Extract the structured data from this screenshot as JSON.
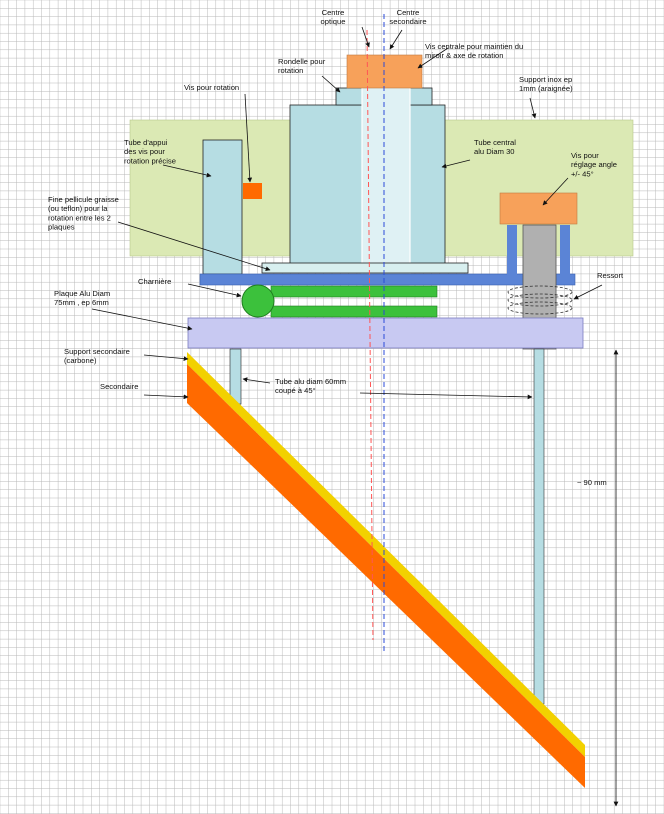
{
  "labels": {
    "optical_center": [
      "Centre",
      "optique"
    ],
    "secondary_center": [
      "Centre",
      "secondaire"
    ],
    "central_screw": [
      "Vis centrale pour maintien du",
      "miroir & axe de rotation"
    ],
    "washer": [
      "Rondelle pour",
      "rotation"
    ],
    "rotation_screw": [
      "Vis pour rotation"
    ],
    "spider": [
      "Support inox ep",
      "1mm (araignée)"
    ],
    "support_tube": [
      "Tube d'appui",
      "des vis pour",
      "rotation précise"
    ],
    "central_tube": [
      "Tube central",
      "alu Diam 30"
    ],
    "angle_screw": [
      "Vis pour",
      "réglage angle",
      "+/- 45°"
    ],
    "grease_film": [
      "Fine pellicule graisse",
      "(ou teflon) pour la",
      "rotation entre les 2",
      "plaques"
    ],
    "spring": [
      "Ressort"
    ],
    "hinge": [
      "Charnière"
    ],
    "plate": [
      "Plaque Alu Diam",
      "75mm , ep 6mm"
    ],
    "secondary_support": [
      "Support secondaire",
      "(carbone)"
    ],
    "secondary": [
      "Secondaire"
    ],
    "tube60": [
      "Tube alu diam 60mm",
      "coupé à 45°"
    ],
    "dimension": [
      "~ 90  mm"
    ]
  },
  "colors": {
    "grid_line": "#b9b9b9",
    "spider_plate": "#dbe9b4",
    "light_blue": "#b6dde3",
    "orange_block": "#f7a15a",
    "blue_plate": "#5b84d6",
    "green": "#3cc13c",
    "lavender_plate": "#c8c9f2",
    "gray": "#b0b0b0",
    "mirror": "#ff6a00",
    "mirror_support": "#f2d100",
    "optical_axis": "#ff5555",
    "secondary_axis": "#2b4bd8",
    "small_orange": "#ff6a00"
  }
}
